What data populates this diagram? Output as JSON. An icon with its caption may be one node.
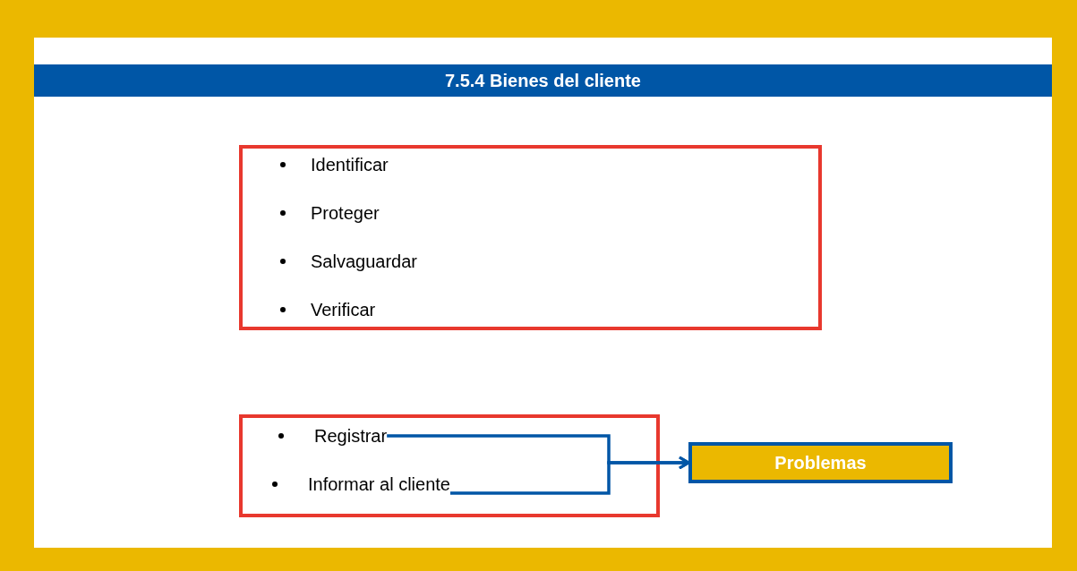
{
  "diagram": {
    "title": "7.5.4 Bienes del cliente",
    "nodes": [
      {
        "text": [
          "Identificar",
          "Proteger",
          "Salvaguardar",
          "Verificar"
        ]
      },
      {
        "text": [],
        "shape": "box"
      },
      {
        "text": [
          "Registrar"
        ],
        "in": 1
      },
      {
        "text": [
          "Informar al cliente"
        ],
        "in": 1
      },
      {
        "text": [
          "Problemas"
        ]
      }
    ],
    "edges": [
      {
        "from": 2,
        "to": 4,
        "arrow": "to"
      },
      {
        "from": 3,
        "to": 4,
        "arrow": "to"
      }
    ]
  }
}
